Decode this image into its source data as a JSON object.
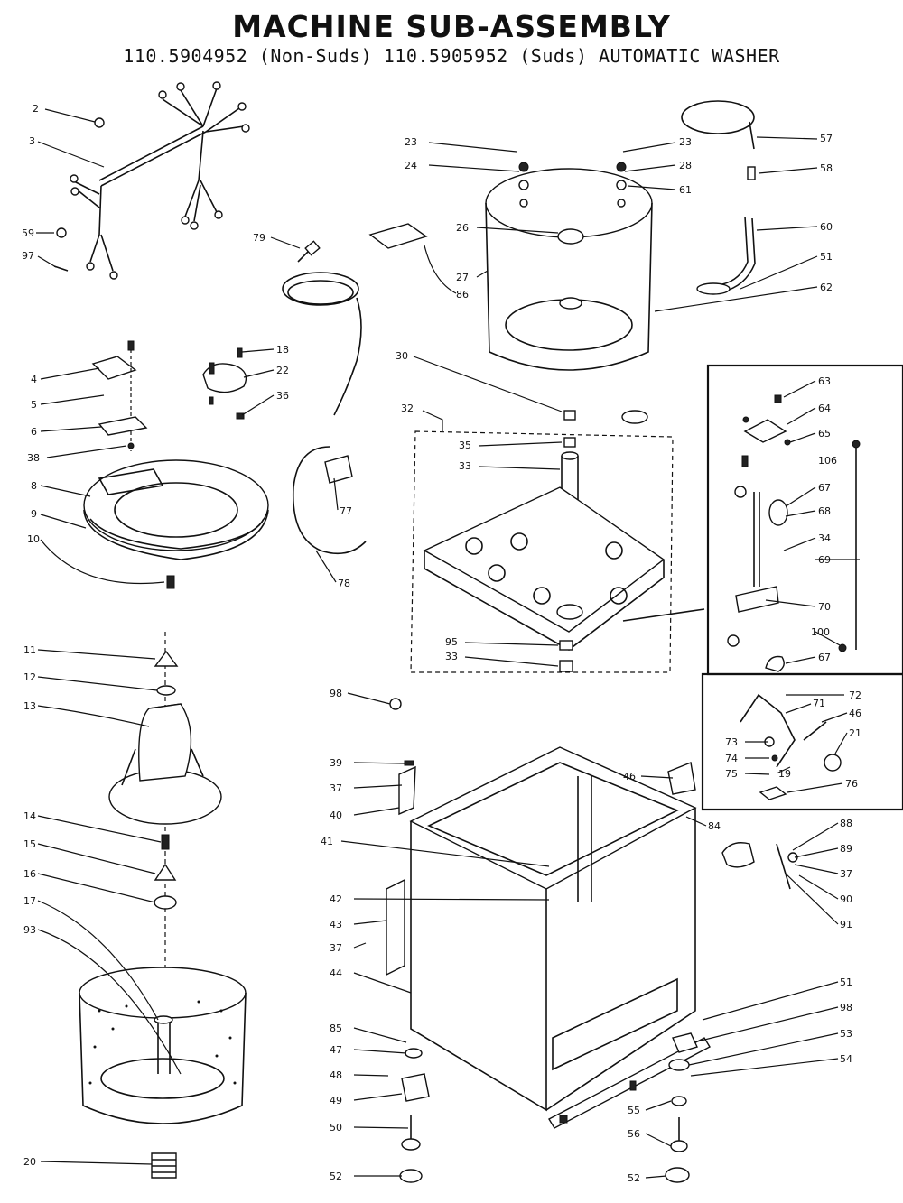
{
  "title": "MACHINE SUB-ASSEMBLY",
  "subtitle": "110.5904952 (Non-Suds) 110.5905952 (Suds) AUTOMATIC WASHER",
  "callouts": [
    {
      "id": "c2",
      "text": "2"
    },
    {
      "id": "c3",
      "text": "3"
    },
    {
      "id": "c59",
      "text": "59"
    },
    {
      "id": "c97",
      "text": "97"
    },
    {
      "id": "c79",
      "text": "79"
    },
    {
      "id": "c4",
      "text": "4"
    },
    {
      "id": "c5",
      "text": "5"
    },
    {
      "id": "c6",
      "text": "6"
    },
    {
      "id": "c38",
      "text": "38"
    },
    {
      "id": "c8",
      "text": "8"
    },
    {
      "id": "c9",
      "text": "9"
    },
    {
      "id": "c10",
      "text": "10"
    },
    {
      "id": "c18a",
      "text": "18"
    },
    {
      "id": "c22",
      "text": "22"
    },
    {
      "id": "c36",
      "text": "36"
    },
    {
      "id": "c77",
      "text": "77"
    },
    {
      "id": "c78",
      "text": "78"
    },
    {
      "id": "c23a",
      "text": "23"
    },
    {
      "id": "c24",
      "text": "24"
    },
    {
      "id": "c23b",
      "text": "23"
    },
    {
      "id": "c28",
      "text": "28"
    },
    {
      "id": "c61",
      "text": "61"
    },
    {
      "id": "c26",
      "text": "26"
    },
    {
      "id": "c27",
      "text": "27"
    },
    {
      "id": "c86",
      "text": "86"
    },
    {
      "id": "c57",
      "text": "57"
    },
    {
      "id": "c58",
      "text": "58"
    },
    {
      "id": "c60",
      "text": "60"
    },
    {
      "id": "c51a",
      "text": "51"
    },
    {
      "id": "c62",
      "text": "62"
    },
    {
      "id": "c30",
      "text": "30"
    },
    {
      "id": "c32",
      "text": "32"
    },
    {
      "id": "c35a",
      "text": "35"
    },
    {
      "id": "c33a",
      "text": "33"
    },
    {
      "id": "c95",
      "text": "95"
    },
    {
      "id": "c33b",
      "text": "33"
    },
    {
      "id": "c63",
      "text": "63"
    },
    {
      "id": "c64",
      "text": "64"
    },
    {
      "id": "c65",
      "text": "65"
    },
    {
      "id": "c106",
      "text": "106"
    },
    {
      "id": "c67a",
      "text": "67"
    },
    {
      "id": "c68",
      "text": "68"
    },
    {
      "id": "c34",
      "text": "34"
    },
    {
      "id": "c69",
      "text": "69"
    },
    {
      "id": "c70",
      "text": "70"
    },
    {
      "id": "c100",
      "text": "100"
    },
    {
      "id": "c67b",
      "text": "67"
    },
    {
      "id": "c72",
      "text": "72"
    },
    {
      "id": "c71",
      "text": "71"
    },
    {
      "id": "c46",
      "text": "46"
    },
    {
      "id": "c21",
      "text": "21"
    },
    {
      "id": "c73",
      "text": "73"
    },
    {
      "id": "c74",
      "text": "74"
    },
    {
      "id": "c75",
      "text": "75"
    },
    {
      "id": "c19",
      "text": "19"
    },
    {
      "id": "c76",
      "text": "76"
    },
    {
      "id": "c11",
      "text": "11"
    },
    {
      "id": "c12",
      "text": "12"
    },
    {
      "id": "c13",
      "text": "13"
    },
    {
      "id": "c14",
      "text": "14"
    },
    {
      "id": "c15",
      "text": "15"
    },
    {
      "id": "c16",
      "text": "16"
    },
    {
      "id": "c17",
      "text": "17"
    },
    {
      "id": "c93",
      "text": "93"
    },
    {
      "id": "c20",
      "text": "20"
    },
    {
      "id": "c98a",
      "text": "98"
    },
    {
      "id": "c39",
      "text": "39"
    },
    {
      "id": "c37a",
      "text": "37"
    },
    {
      "id": "c40",
      "text": "40"
    },
    {
      "id": "c41",
      "text": "41"
    },
    {
      "id": "c42",
      "text": "42"
    },
    {
      "id": "c43",
      "text": "43"
    },
    {
      "id": "c37b",
      "text": "37"
    },
    {
      "id": "c44",
      "text": "44"
    },
    {
      "id": "c85",
      "text": "85"
    },
    {
      "id": "c47",
      "text": "47"
    },
    {
      "id": "c48",
      "text": "48"
    },
    {
      "id": "c49",
      "text": "49"
    },
    {
      "id": "c50",
      "text": "50"
    },
    {
      "id": "c52a",
      "text": "52"
    },
    {
      "id": "c46b",
      "text": "46"
    },
    {
      "id": "c84",
      "text": "84"
    },
    {
      "id": "c88",
      "text": "88"
    },
    {
      "id": "c89",
      "text": "89"
    },
    {
      "id": "c37c",
      "text": "37"
    },
    {
      "id": "c90",
      "text": "90"
    },
    {
      "id": "c91",
      "text": "91"
    },
    {
      "id": "c51b",
      "text": "51"
    },
    {
      "id": "c98b",
      "text": "98"
    },
    {
      "id": "c53",
      "text": "53"
    },
    {
      "id": "c54",
      "text": "54"
    },
    {
      "id": "c55",
      "text": "55"
    },
    {
      "id": "c56",
      "text": "56"
    },
    {
      "id": "c52b",
      "text": "52"
    }
  ]
}
